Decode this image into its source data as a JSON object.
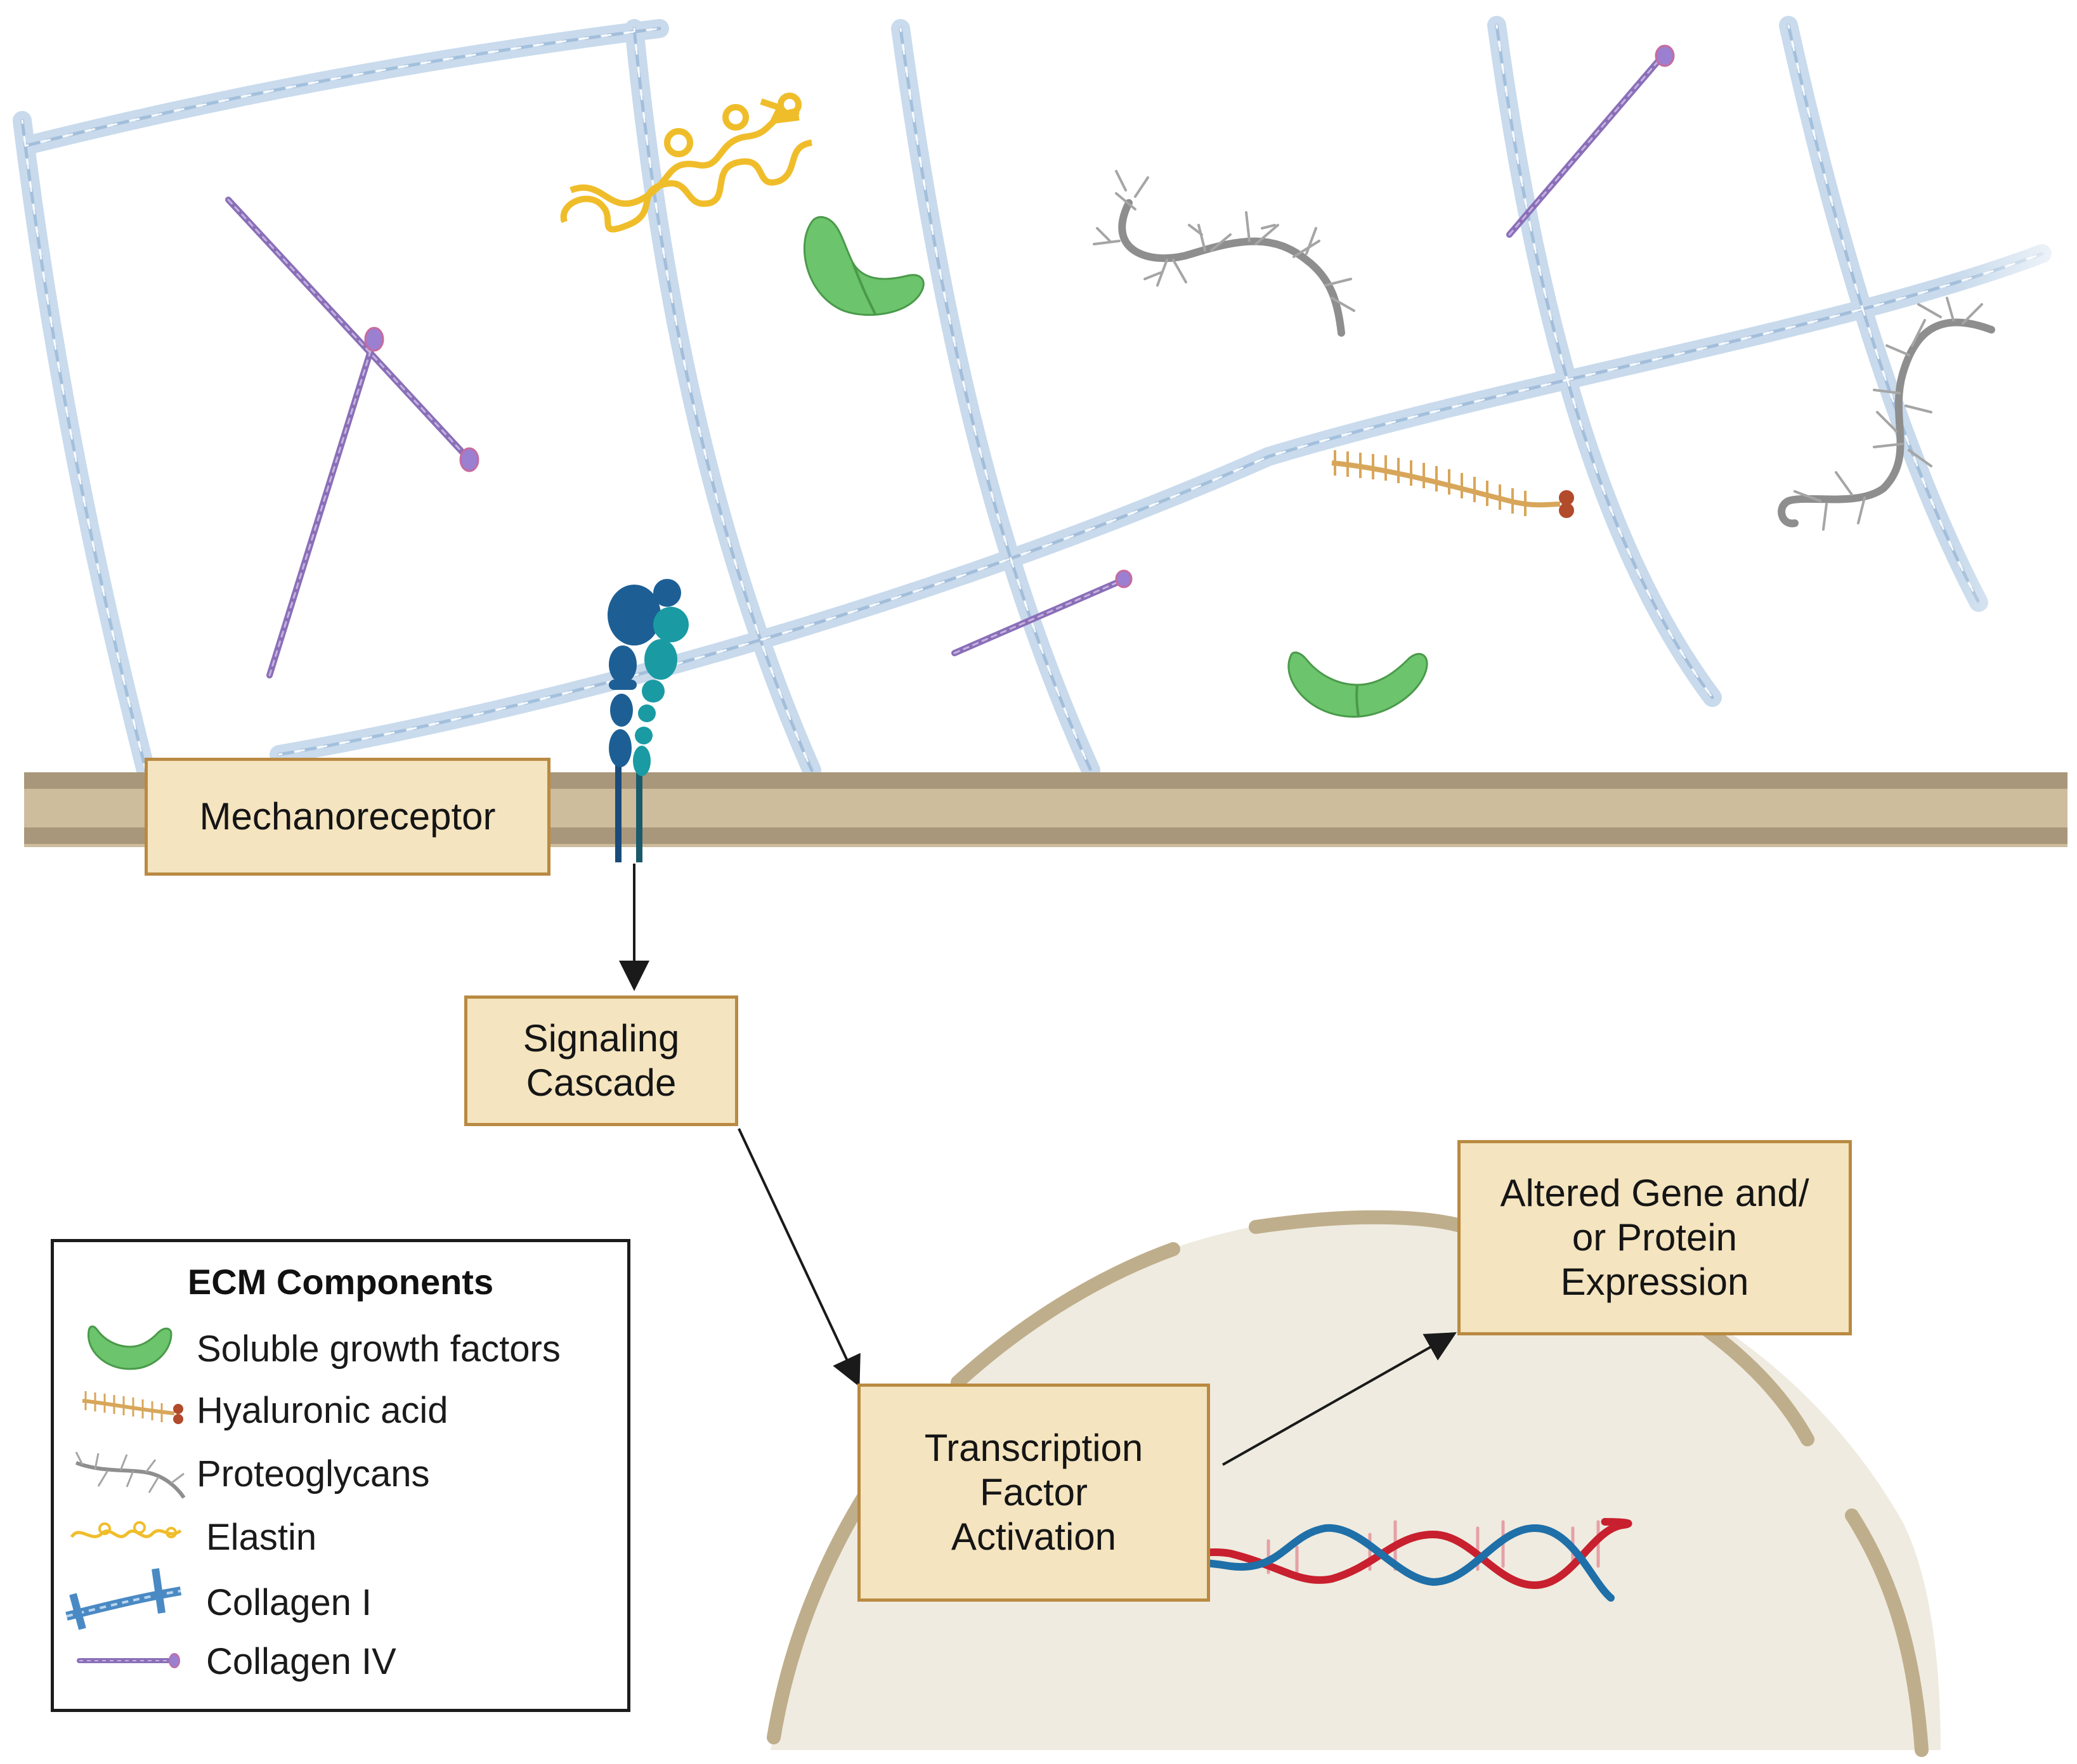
{
  "figure": {
    "boxes": {
      "mechanoreceptor": "Mechanoreceptor",
      "signaling": "Signaling\nCascade",
      "transcription": "Transcription\nFactor\nActivation",
      "expression": "Altered Gene and/\nor Protein\nExpression"
    },
    "legend": {
      "title": "ECM Components",
      "items": [
        {
          "label": "Soluble growth factors",
          "icon": "growth-factor-icon"
        },
        {
          "label": "Hyaluronic acid",
          "icon": "hyaluronic-acid-icon"
        },
        {
          "label": "Proteoglycans",
          "icon": "proteoglycan-icon"
        },
        {
          "label": "Elastin",
          "icon": "elastin-icon"
        },
        {
          "label": "Collagen I",
          "icon": "collagen-i-icon"
        },
        {
          "label": "Collagen IV",
          "icon": "collagen-iv-icon"
        }
      ]
    },
    "colors": {
      "collagen_i_fiber": "#c9dcee",
      "collagen_iv": "#8a6fb8",
      "growth_factor": "#6cc46c",
      "elastin": "#f2c12e",
      "hyaluronic_acid": "#d8a65a",
      "proteoglycan": "#8e8e8e",
      "membrane": "#a8977a",
      "nucleus": "#efebe0",
      "dna_red": "#c8202e",
      "dna_blue": "#1f6fa8",
      "box_fill": "#f4e4bf",
      "box_border": "#b98a42"
    }
  }
}
